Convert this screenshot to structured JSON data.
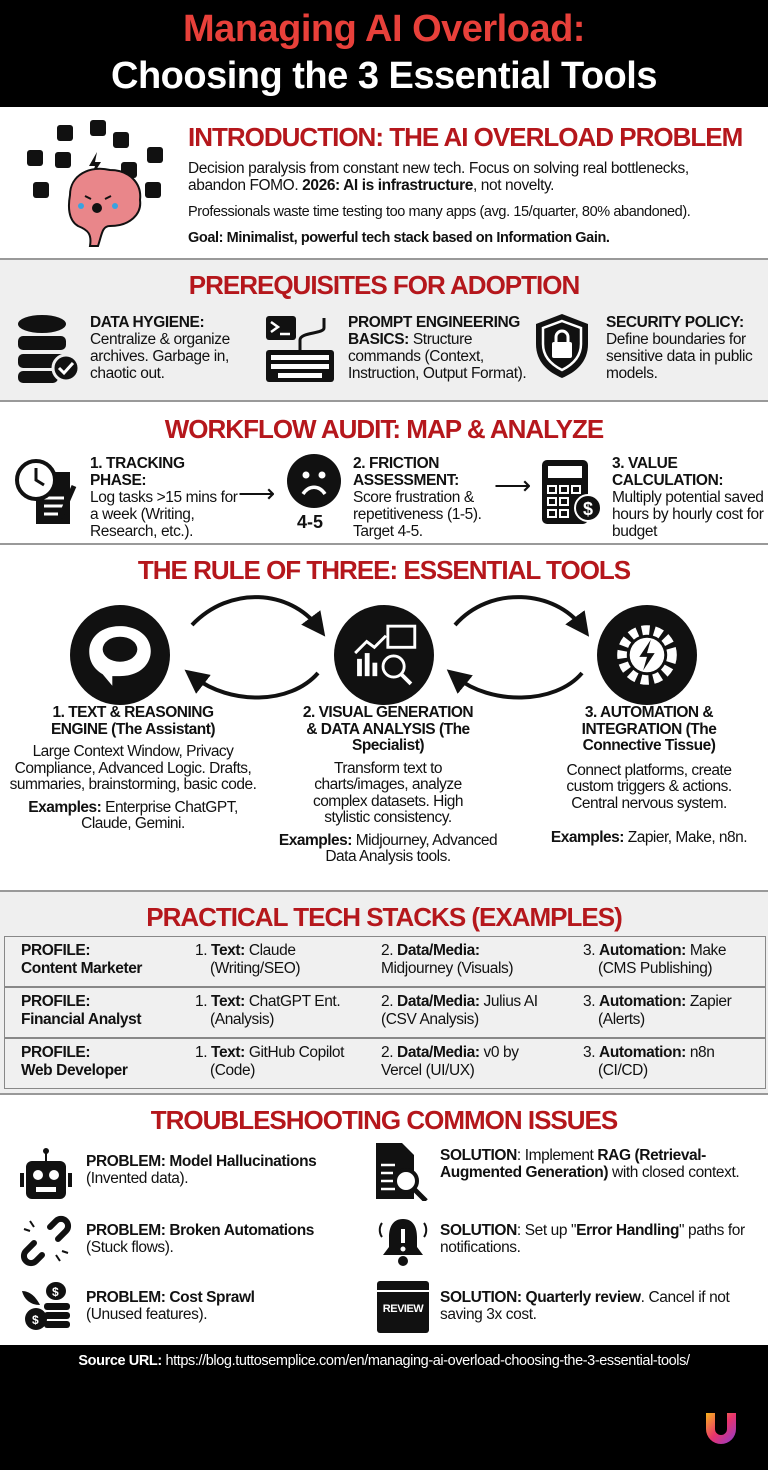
{
  "title": {
    "line1": "Managing AI Overload:",
    "line2": "Choosing the 3 Essential Tools"
  },
  "colors": {
    "title_red": "#e8403a",
    "heading_red": "#b5171c",
    "band_gray": "#efefef",
    "black": "#000000"
  },
  "intro": {
    "heading": "INTRODUCTION: THE AI OVERLOAD PROBLEM",
    "icon": "overwhelmed-brain-icon",
    "p1a": "Decision paralysis from constant new tech. Focus on solving real bottlenecks, abandon FOMO. ",
    "p1b": "2026: AI is infrastructure",
    "p1c": ", not novelty.",
    "p2": "Professionals waste time testing too many apps (avg. 15/quarter, 80% abandoned).",
    "p3": "Goal: Minimalist, powerful tech stack based on Information Gain."
  },
  "prereq": {
    "heading": "PREREQUISITES FOR ADOPTION",
    "items": [
      {
        "icon": "database-check-icon",
        "title": "DATA HYGIENE:",
        "text": "Centralize & organize archives. Garbage in, chaotic out."
      },
      {
        "icon": "terminal-keyboard-icon",
        "title": "PROMPT ENGINEERING BASICS:",
        "text": " Structure commands (Context, Instruction, Output Format)."
      },
      {
        "icon": "shield-lock-icon",
        "title": "SECURITY POLICY:",
        "text": "Define boundaries for sensitive data in public models."
      }
    ]
  },
  "audit": {
    "heading": "WORKFLOW AUDIT: MAP & ANALYZE",
    "items": [
      {
        "icon": "clock-notepad-icon",
        "title": "1. TRACKING PHASE:",
        "text": "Log tasks >15 mins for a week (Writing, Research, etc.)."
      },
      {
        "icon": "sad-face-icon",
        "badge": "4-5",
        "title": "2. FRICTION ASSESSMENT:",
        "text": "Score frustration & repetitiveness (1-5). Target 4-5."
      },
      {
        "icon": "calculator-dollar-icon",
        "title": "3. VALUE CALCULATION:",
        "text": "Multiply potential saved hours by hourly cost for budget"
      }
    ]
  },
  "rule": {
    "heading": "THE RULE OF THREE: ESSENTIAL TOOLS",
    "tools": [
      {
        "icon": "brain-chat-icon",
        "title": "1. TEXT & REASONING ENGINE (The Assistant)",
        "text": "Large Context Window, Privacy Compliance, Advanced Logic. Drafts, summaries, brainstorming, basic code.",
        "ex_label": "Examples:",
        "ex": " Enterprise ChatGPT, Claude, Gemini."
      },
      {
        "icon": "chart-image-magnifier-icon",
        "title": "2. VISUAL GENERATION & DATA ANALYSIS (The Specialist)",
        "text": "Transform text to charts/images, analyze complex datasets. High stylistic consistency.",
        "ex_label": "Examples:",
        "ex": " Midjourney, Advanced Data Analysis tools."
      },
      {
        "icon": "gear-lightning-icon",
        "title": "3. AUTOMATION & INTEGRATION (The Connective Tissue)",
        "text": "Connect platforms, create custom triggers & actions. Central nervous system.",
        "ex_label": "Examples:",
        "ex": " Zapier, Make, n8n."
      }
    ]
  },
  "stacks": {
    "heading": "PRACTICAL TECH STACKS (EXAMPLES)",
    "rows": [
      {
        "profile": "PROFILE:",
        "name": "Content Marketer",
        "c1n": "1. ",
        "c1l": "Text:",
        "c1v": " Claude",
        "c1s": "(Writing/SEO)",
        "c2n": "2. ",
        "c2l": "Data/Media:",
        "c2v": "",
        "c2s": "Midjourney (Visuals)",
        "c3n": "3. ",
        "c3l": "Automation:",
        "c3v": " Make",
        "c3s": "(CMS Publishing)"
      },
      {
        "profile": "PROFILE:",
        "name": "Financial Analyst",
        "c1n": "1. ",
        "c1l": "Text:",
        "c1v": " ChatGPT Ent.",
        "c1s": "(Analysis)",
        "c2n": "2. ",
        "c2l": "Data/Media:",
        "c2v": " Julius AI",
        "c2s": "(CSV Analysis)",
        "c3n": "3. ",
        "c3l": "Automation:",
        "c3v": " Zapier",
        "c3s": "(Alerts)"
      },
      {
        "profile": "PROFILE:",
        "name": "Web Developer",
        "c1n": "1. ",
        "c1l": "Text:",
        "c1v": " GitHub Copilot",
        "c1s": "(Code)",
        "c2n": "2. ",
        "c2l": "Data/Media:",
        "c2v": " v0 by",
        "c2s": "Vercel (UI/UX)",
        "c3n": "3. ",
        "c3l": "Automation:",
        "c3v": " n8n",
        "c3s": "(CI/CD)"
      }
    ]
  },
  "trouble": {
    "heading": "TROUBLESHOOTING COMMON ISSUES",
    "problems": [
      {
        "icon": "robot-icon",
        "title": "PROBLEM: Model Hallucinations",
        "text": "(Invented data)."
      },
      {
        "icon": "broken-link-icon",
        "title": "PROBLEM: Broken Automations",
        "text": "(Stuck flows)."
      },
      {
        "icon": "flying-coins-icon",
        "title": "PROBLEM: Cost Sprawl",
        "text": "(Unused features)."
      }
    ],
    "solutions": [
      {
        "icon": "document-search-icon",
        "parts": [
          "SOLUTION",
          ": Implement ",
          "RAG (Retrieval-Augmented Generation)",
          " with closed context."
        ]
      },
      {
        "icon": "alert-bell-icon",
        "parts": [
          "SOLUTION",
          ": Set up \"",
          "Error Handling",
          "\" paths for notifications."
        ]
      },
      {
        "icon": "review-calendar-icon",
        "icon_label": "REVIEW",
        "parts": [
          "SOLUTION: Quarterly review",
          ". Cancel if not saving 3x cost.",
          "",
          ""
        ]
      }
    ]
  },
  "footer": {
    "label": "Source URL:",
    "url": " https://blog.tuttosemplice.com/en/managing-ai-overload-choosing-the-3-essential-tools/",
    "logo": "tuttosemplice-logo"
  }
}
